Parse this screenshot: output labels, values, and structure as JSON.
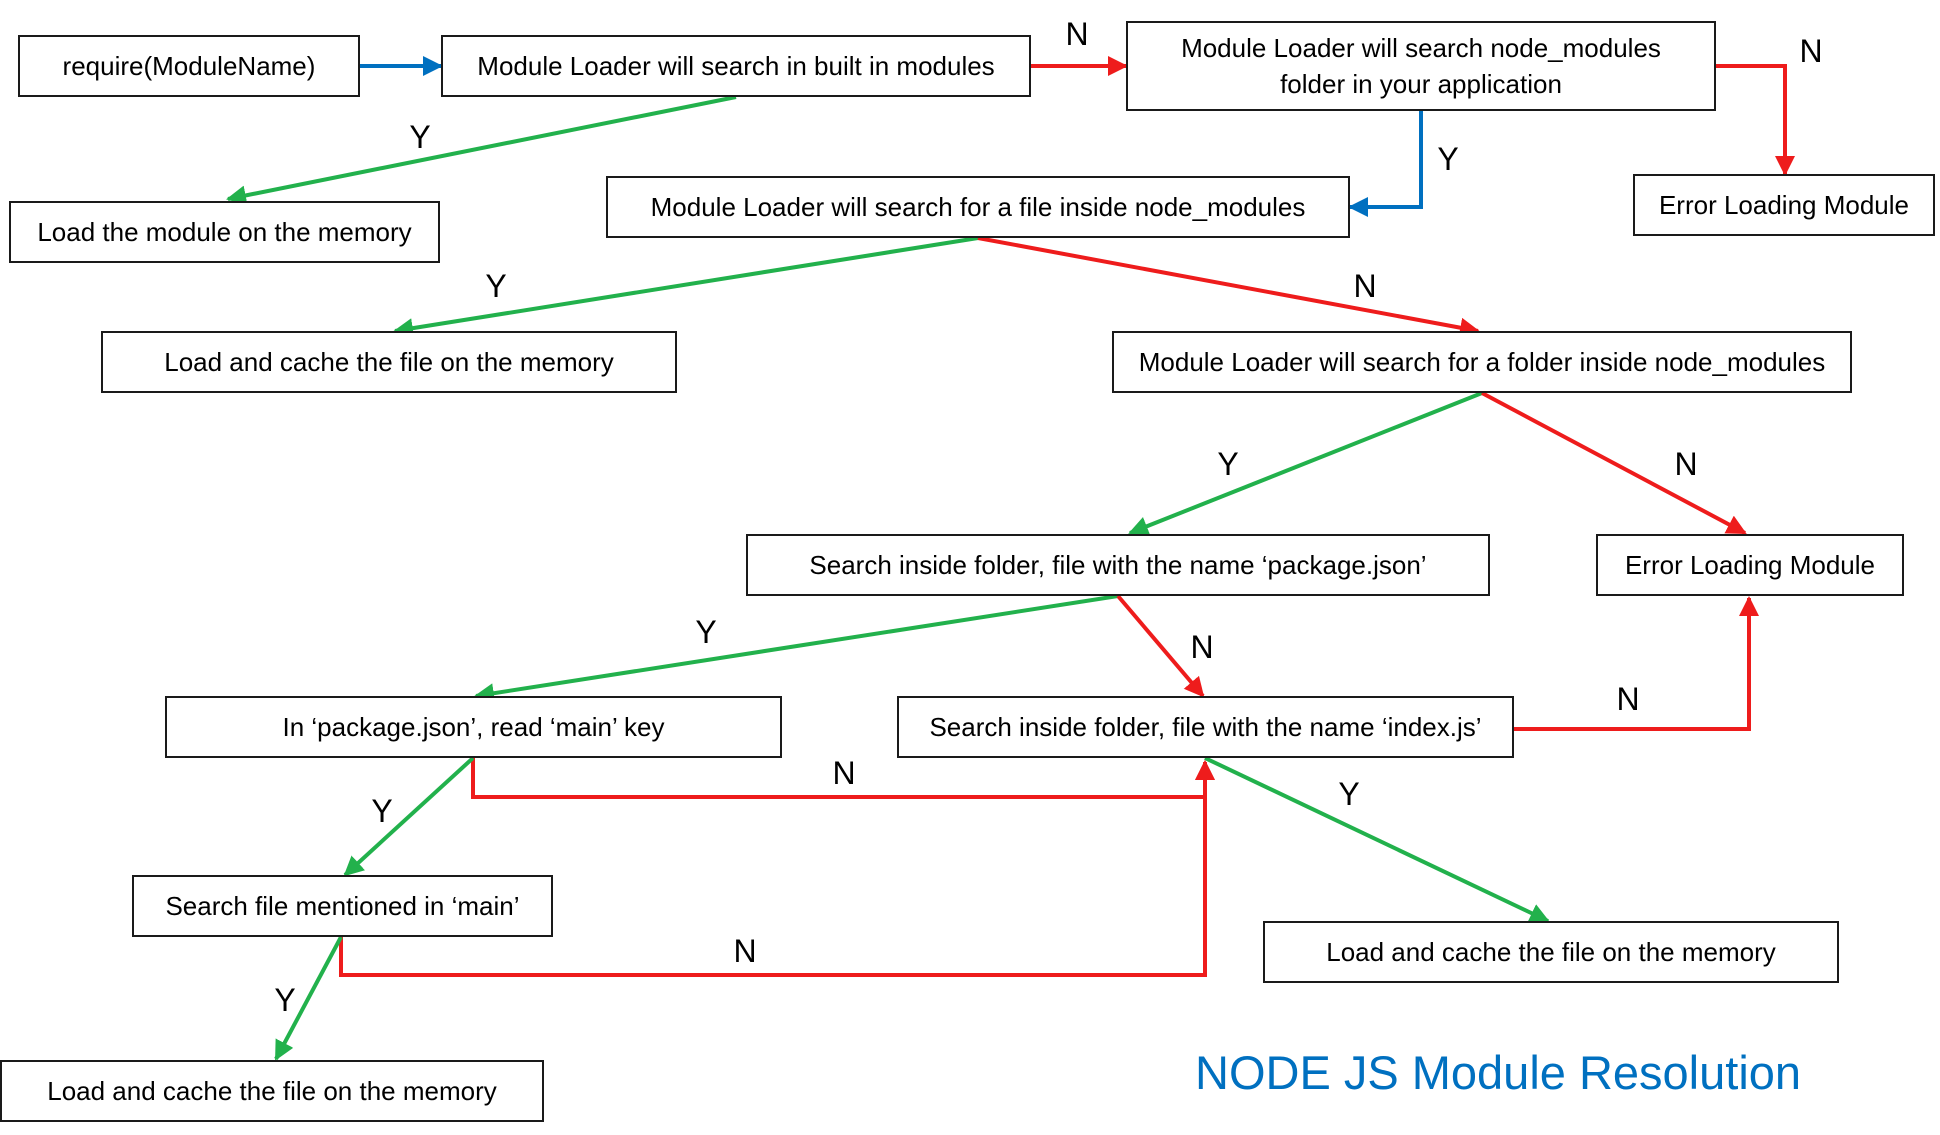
{
  "title": "NODE JS Module Resolution",
  "colors": {
    "yes": "#22b14c",
    "no": "#ee1c1c",
    "flow": "#0070c0",
    "title": "#0070c0"
  },
  "nodes": [
    {
      "id": "require",
      "text": "require(ModuleName)"
    },
    {
      "id": "builtin",
      "text": "Module Loader will search in built in modules"
    },
    {
      "id": "node_modules_folder",
      "text": "Module Loader will search node_modules\nfolder in your application"
    },
    {
      "id": "error1",
      "text": "Error Loading Module"
    },
    {
      "id": "load_module",
      "text": "Load the module  on the memory"
    },
    {
      "id": "search_file",
      "text": "Module Loader will search for a file inside node_modules"
    },
    {
      "id": "load_cache1",
      "text": "Load and cache the file on the memory"
    },
    {
      "id": "search_folder",
      "text": "Module Loader will search for a folder inside node_modules"
    },
    {
      "id": "package_json",
      "text": "Search inside folder, file with the name ‘package.json’"
    },
    {
      "id": "error2",
      "text": "Error Loading Module"
    },
    {
      "id": "read_main",
      "text": "In ‘package.json’, read ‘main’ key"
    },
    {
      "id": "index_js",
      "text": "Search inside folder, file with the name ‘index.js’"
    },
    {
      "id": "search_main",
      "text": "Search file mentioned in ‘main’"
    },
    {
      "id": "load_cache2",
      "text": "Load and cache the file on the memory"
    },
    {
      "id": "load_cache3",
      "text": "Load and cache the file on the memory"
    }
  ],
  "edges": [
    {
      "from": "require",
      "to": "builtin",
      "kind": "flow",
      "label": ""
    },
    {
      "from": "builtin",
      "to": "node_modules_folder",
      "kind": "no",
      "label": "N"
    },
    {
      "from": "builtin",
      "to": "load_module",
      "kind": "yes",
      "label": "Y"
    },
    {
      "from": "node_modules_folder",
      "to": "error1",
      "kind": "no",
      "label": "N"
    },
    {
      "from": "node_modules_folder",
      "to": "search_file",
      "kind": "flow",
      "label": "Y"
    },
    {
      "from": "search_file",
      "to": "load_cache1",
      "kind": "yes",
      "label": "Y"
    },
    {
      "from": "search_file",
      "to": "search_folder",
      "kind": "no",
      "label": "N"
    },
    {
      "from": "search_folder",
      "to": "package_json",
      "kind": "yes",
      "label": "Y"
    },
    {
      "from": "search_folder",
      "to": "error2",
      "kind": "no",
      "label": "N"
    },
    {
      "from": "package_json",
      "to": "read_main",
      "kind": "yes",
      "label": "Y"
    },
    {
      "from": "package_json",
      "to": "index_js",
      "kind": "no",
      "label": "N"
    },
    {
      "from": "index_js",
      "to": "error2",
      "kind": "no",
      "label": "N"
    },
    {
      "from": "read_main",
      "to": "index_js",
      "kind": "no",
      "label": "N"
    },
    {
      "from": "read_main",
      "to": "search_main",
      "kind": "yes",
      "label": "Y"
    },
    {
      "from": "index_js",
      "to": "load_cache3",
      "kind": "yes",
      "label": "Y"
    },
    {
      "from": "search_main",
      "to": "index_js",
      "kind": "no",
      "label": "N"
    },
    {
      "from": "search_main",
      "to": "load_cache2",
      "kind": "yes",
      "label": "Y"
    }
  ]
}
